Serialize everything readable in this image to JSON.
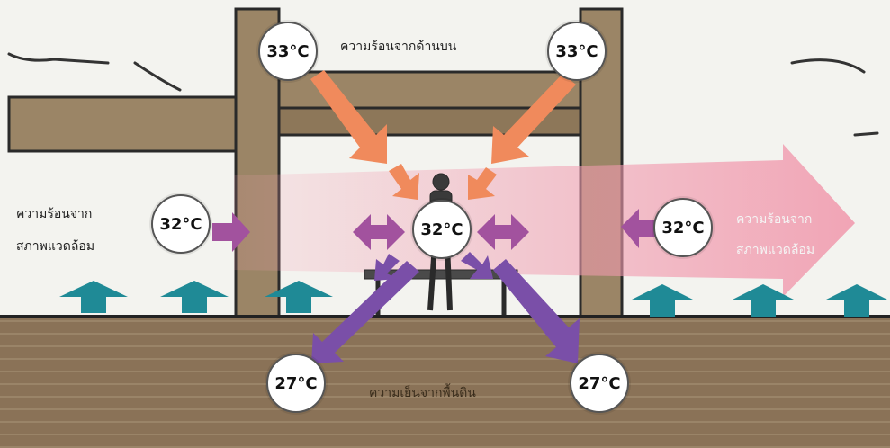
{
  "colors": {
    "sky": "#f3f3ef",
    "ground": "#8a7257",
    "pillar": "#9b8566",
    "heat_arrow": "#f08a5c",
    "ambient_arrow": "#a2529e",
    "cool_arrow": "#7a4fa8",
    "updraft_arrow": "#1f8a96",
    "flow_band": "#f2a0b3"
  },
  "icons": {
    "top_heat": "arrow-down-icon",
    "ambient": "double-arrow-icon",
    "cool": "arrow-diagonal-icon",
    "updraft": "arrow-up-icon",
    "person": "person-on-bench-icon"
  },
  "labels": {
    "top_heat": "ความร้อนจากด้านบน",
    "ambient_left_line1": "ความร้อนจาก",
    "ambient_left_line2": "สภาพแวดล้อม",
    "ambient_right_line1": "ความร้อนจาก",
    "ambient_right_line2": "สภาพแวดล้อม",
    "ground_cool": "ความเย็นจากพื้นดิน"
  },
  "temps": {
    "top_left": "33°C",
    "top_right": "33°C",
    "left": "32°C",
    "center": "32°C",
    "right": "32°C",
    "bottom_left": "27°C",
    "bottom_right": "27°C"
  }
}
